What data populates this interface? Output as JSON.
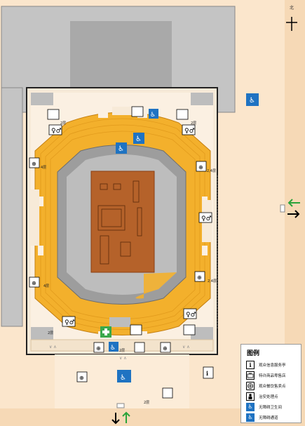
{
  "legend": {
    "title": "图例",
    "items": [
      {
        "icon": "info-icon",
        "glyph": "i",
        "label": "观众信息服务亭"
      },
      {
        "icon": "shop-icon",
        "glyph": "",
        "label": "特许商品零售店"
      },
      {
        "icon": "food-icon",
        "glyph": "",
        "label": "观众餐饮售卖点"
      },
      {
        "icon": "security-icon",
        "glyph": "",
        "label": "治安处理点"
      },
      {
        "icon": "accessible-toilet-icon",
        "glyph": "",
        "label": "无障碍卫生间"
      },
      {
        "icon": "accessible-access-icon",
        "glyph": "",
        "label": "无障碍通道"
      }
    ]
  },
  "floor_labels": [
    "2层",
    "2层",
    "4层",
    "2,4层",
    "4层",
    "2,4层",
    "2层",
    "2层",
    "2层"
  ],
  "colors": {
    "seating": "#f3b02c",
    "seating_dark": "#d8941b",
    "court": "#b5622a",
    "inner_ring": "#9d9d9d",
    "building_gray": "#c4c4c4",
    "plaza": "#fbe6cc",
    "accessible_blue": "#1f73c2",
    "first_aid_green": "#3aa84b",
    "exit_green": "#2aa33a"
  }
}
